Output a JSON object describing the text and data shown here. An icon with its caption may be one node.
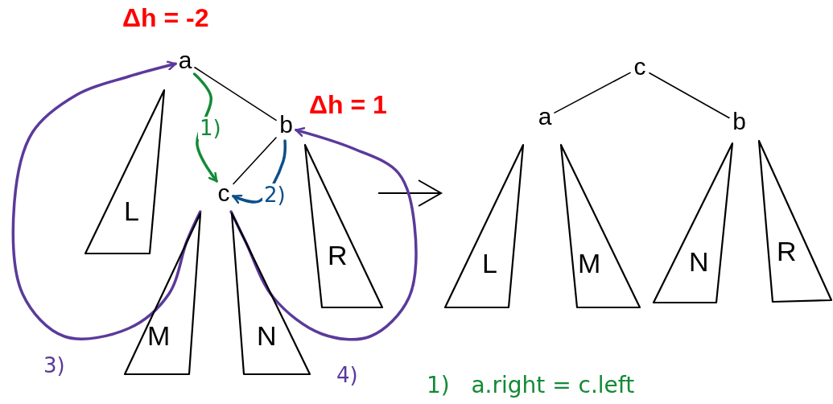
{
  "diagram": {
    "nodes": [
      {
        "text": [
          "a"
        ],
        "beside": [
          "Δh = -2"
        ]
      },
      {
        "text": [
          "b"
        ],
        "beside": [
          "Δh = 1"
        ]
      },
      {
        "text": [
          "c"
        ]
      },
      {
        "text": [
          "L"
        ]
      },
      {
        "text": [
          "M"
        ]
      },
      {
        "text": [
          "N"
        ]
      },
      {
        "text": [
          "R"
        ]
      },
      {
        "text": [
          "c"
        ]
      },
      {
        "text": [
          "a"
        ]
      },
      {
        "text": [
          "b"
        ]
      },
      {
        "text": [
          "L"
        ]
      },
      {
        "text": [
          "M"
        ]
      },
      {
        "text": [
          "N"
        ]
      },
      {
        "text": [
          "R"
        ]
      }
    ],
    "edges": [
      {
        "from": 0,
        "to": 1,
        "arrow": "none"
      },
      {
        "from": 1,
        "to": 2,
        "arrow": "none"
      },
      {
        "from": 7,
        "to": 8,
        "arrow": "none"
      },
      {
        "from": 7,
        "to": 9,
        "arrow": "none"
      },
      {
        "from": 0,
        "to": 2,
        "arrow": "to",
        "label": "1)",
        "style": "thick",
        "color": "#138a36"
      },
      {
        "from": 1,
        "to": 2,
        "arrow": "to",
        "label": "2)",
        "style": "thick",
        "color": "#0b4f8a"
      },
      {
        "from": 4,
        "to": 0,
        "arrow": "to",
        "label": "3)",
        "style": "thick",
        "color": "#5b3a9b"
      },
      {
        "from": 5,
        "to": 1,
        "arrow": "to",
        "label": "4)",
        "style": "thick",
        "color": "#5b3a9b"
      }
    ],
    "labels": [
      "1)   a.right = c.left"
    ]
  }
}
